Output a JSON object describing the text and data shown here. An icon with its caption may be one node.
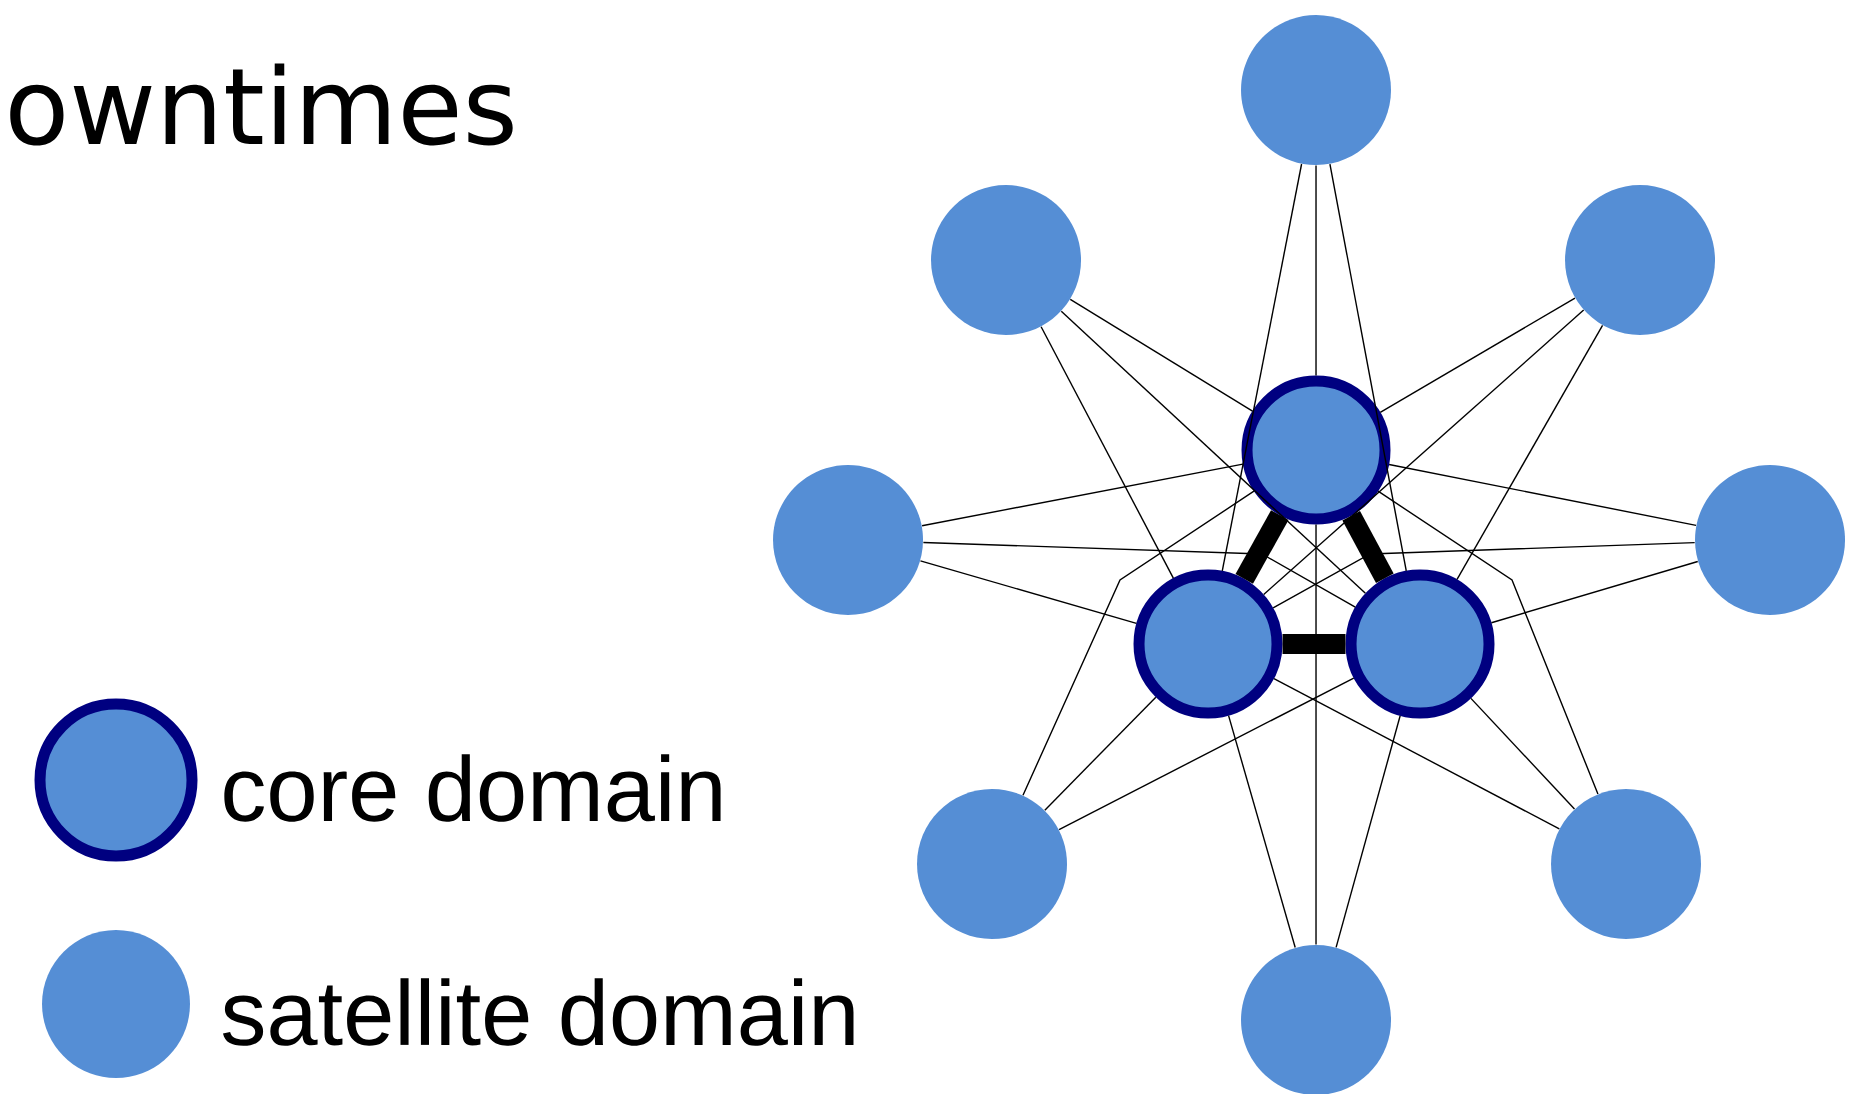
{
  "diagram": {
    "title": "owntimes",
    "nodes": [
      {
        "text": [],
        "shape": "circle"
      },
      {
        "text": [],
        "shape": "circle"
      },
      {
        "text": [],
        "shape": "circle"
      },
      {
        "text": [],
        "shape": "circle"
      },
      {
        "text": [],
        "shape": "circle"
      },
      {
        "text": [],
        "shape": "circle"
      },
      {
        "text": [],
        "shape": "circle"
      },
      {
        "text": [],
        "shape": "circle"
      },
      {
        "text": [],
        "shape": "circle"
      },
      {
        "text": [],
        "shape": "circle"
      },
      {
        "text": [],
        "shape": "circle"
      }
    ],
    "edges": [
      {
        "from": 3,
        "to": 6,
        "arrow": "none",
        "style": "thick"
      },
      {
        "from": 3,
        "to": 7,
        "arrow": "none",
        "style": "thick"
      },
      {
        "from": 6,
        "to": 7,
        "arrow": "none",
        "style": "thick"
      },
      {
        "from": 0,
        "to": 3,
        "arrow": "none"
      },
      {
        "from": 0,
        "to": 6,
        "arrow": "none"
      },
      {
        "from": 0,
        "to": 7,
        "arrow": "none"
      },
      {
        "from": 1,
        "to": 3,
        "arrow": "none"
      },
      {
        "from": 1,
        "to": 6,
        "arrow": "none"
      },
      {
        "from": 1,
        "to": 7,
        "arrow": "none"
      },
      {
        "from": 2,
        "to": 3,
        "arrow": "none"
      },
      {
        "from": 2,
        "to": 6,
        "arrow": "none"
      },
      {
        "from": 2,
        "to": 7,
        "arrow": "none"
      },
      {
        "from": 4,
        "to": 3,
        "arrow": "none"
      },
      {
        "from": 4,
        "to": 6,
        "arrow": "none"
      },
      {
        "from": 4,
        "to": 7,
        "arrow": "none"
      },
      {
        "from": 5,
        "to": 3,
        "arrow": "none"
      },
      {
        "from": 5,
        "to": 6,
        "arrow": "none"
      },
      {
        "from": 5,
        "to": 7,
        "arrow": "none"
      },
      {
        "from": 8,
        "to": 3,
        "arrow": "none"
      },
      {
        "from": 8,
        "to": 6,
        "arrow": "none"
      },
      {
        "from": 8,
        "to": 7,
        "arrow": "none"
      },
      {
        "from": 9,
        "to": 3,
        "arrow": "none"
      },
      {
        "from": 9,
        "to": 6,
        "arrow": "none"
      },
      {
        "from": 9,
        "to": 7,
        "arrow": "none"
      },
      {
        "from": 10,
        "to": 3,
        "arrow": "none"
      },
      {
        "from": 10,
        "to": 6,
        "arrow": "none"
      },
      {
        "from": 10,
        "to": 7,
        "arrow": "none"
      }
    ],
    "legend": [
      {
        "text": "core domain"
      },
      {
        "text": "satellite domain"
      }
    ]
  }
}
